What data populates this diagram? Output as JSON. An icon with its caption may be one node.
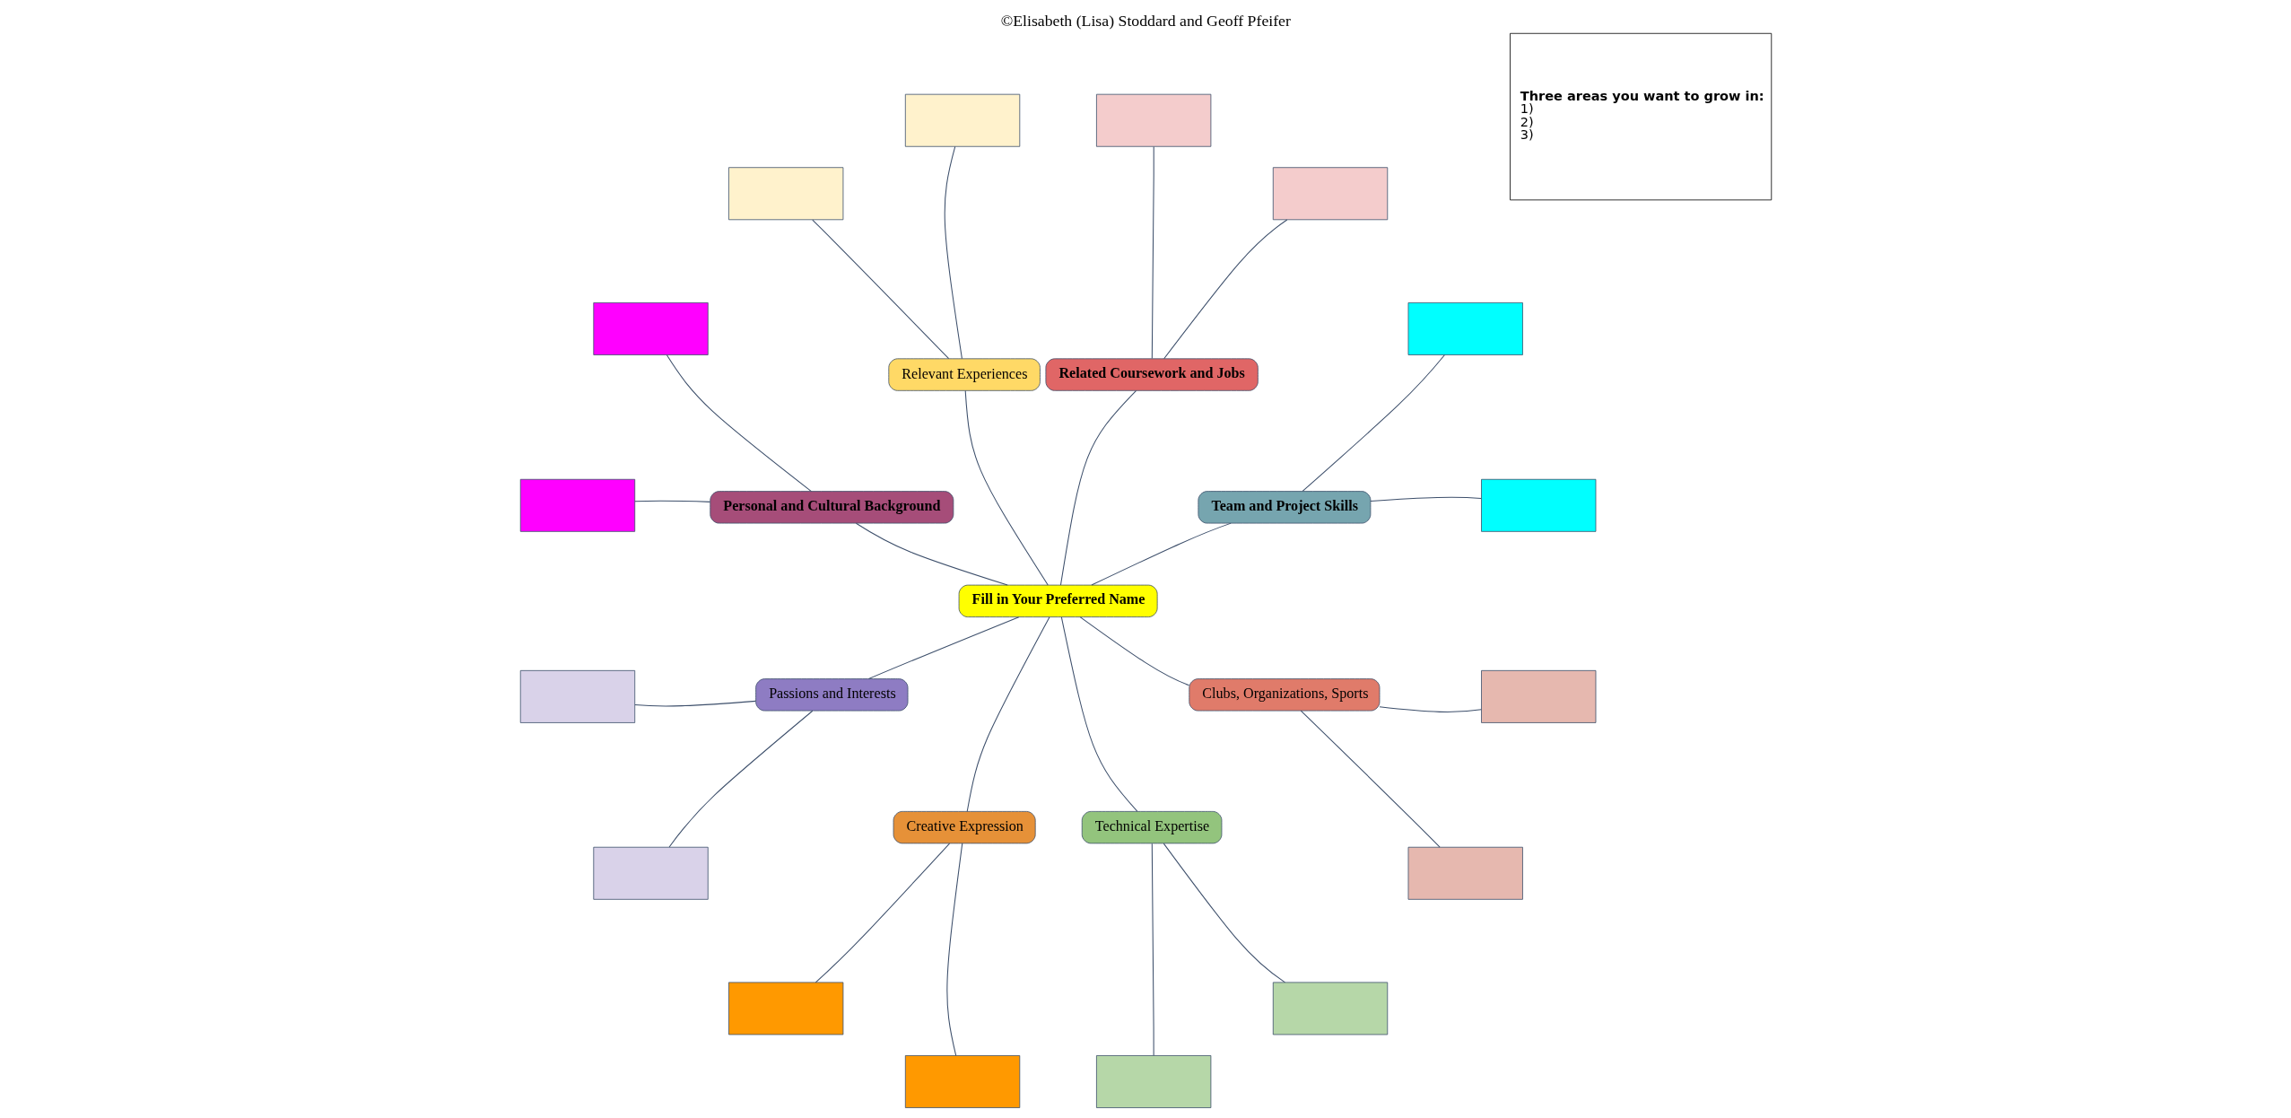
{
  "diagram": {
    "title": "©Elisabeth (Lisa) Stoddard and Geoff Pfeifer",
    "nodes": [
      {
        "text": [
          "Fill in Your Preferred Name"
        ]
      },
      {
        "text": [
          "Team and Project Skills"
        ]
      },
      {
        "text": [
          "Related Coursework and Jobs"
        ]
      },
      {
        "text": [
          "Relevant Experiences"
        ]
      },
      {
        "text": [
          "Personal and Cultural Background"
        ]
      },
      {
        "text": [
          "Passions and Interests"
        ]
      },
      {
        "text": [
          "Creative Expression"
        ]
      },
      {
        "text": [
          "Technical Expertise"
        ]
      },
      {
        "text": [
          "Clubs, Organizations, Sports"
        ]
      },
      {
        "text": [],
        "shape": "box"
      },
      {
        "text": [],
        "shape": "box"
      },
      {
        "text": [],
        "shape": "box"
      },
      {
        "text": [],
        "shape": "box"
      },
      {
        "text": [],
        "shape": "box"
      },
      {
        "text": [],
        "shape": "box"
      },
      {
        "text": [],
        "shape": "box"
      },
      {
        "text": [],
        "shape": "box"
      },
      {
        "text": [],
        "shape": "box"
      },
      {
        "text": [],
        "shape": "box"
      },
      {
        "text": [],
        "shape": "box"
      },
      {
        "text": [],
        "shape": "box"
      },
      {
        "text": [],
        "shape": "box"
      },
      {
        "text": [],
        "shape": "box"
      },
      {
        "text": [],
        "shape": "box"
      },
      {
        "text": [],
        "shape": "box"
      },
      {
        "text": [
          "Three areas you want to grow in:",
          "1)",
          "2)",
          "3)"
        ]
      }
    ],
    "edges": [
      {
        "from": 0,
        "to": 1,
        "arrow": "none"
      },
      {
        "from": 0,
        "to": 2,
        "arrow": "none"
      },
      {
        "from": 0,
        "to": 3,
        "arrow": "none"
      },
      {
        "from": 0,
        "to": 4,
        "arrow": "none"
      },
      {
        "from": 0,
        "to": 5,
        "arrow": "none"
      },
      {
        "from": 0,
        "to": 6,
        "arrow": "none"
      },
      {
        "from": 0,
        "to": 7,
        "arrow": "none"
      },
      {
        "from": 0,
        "to": 8,
        "arrow": "none"
      },
      {
        "from": 1,
        "to": 9,
        "arrow": "none"
      },
      {
        "from": 1,
        "to": 14,
        "arrow": "none"
      },
      {
        "from": 2,
        "to": 11,
        "arrow": "none"
      },
      {
        "from": 2,
        "to": 12,
        "arrow": "none"
      },
      {
        "from": 3,
        "to": 10,
        "arrow": "none"
      },
      {
        "from": 3,
        "to": 13,
        "arrow": "none"
      },
      {
        "from": 4,
        "to": 16,
        "arrow": "none"
      },
      {
        "from": 4,
        "to": 18,
        "arrow": "none"
      },
      {
        "from": 5,
        "to": 15,
        "arrow": "none"
      },
      {
        "from": 5,
        "to": 17,
        "arrow": "none"
      },
      {
        "from": 6,
        "to": 19,
        "arrow": "none"
      },
      {
        "from": 6,
        "to": 22,
        "arrow": "none"
      },
      {
        "from": 7,
        "to": 20,
        "arrow": "none"
      },
      {
        "from": 7,
        "to": 23,
        "arrow": "none"
      },
      {
        "from": 8,
        "to": 21,
        "arrow": "none"
      },
      {
        "from": 8,
        "to": 24,
        "arrow": "none"
      }
    ]
  }
}
